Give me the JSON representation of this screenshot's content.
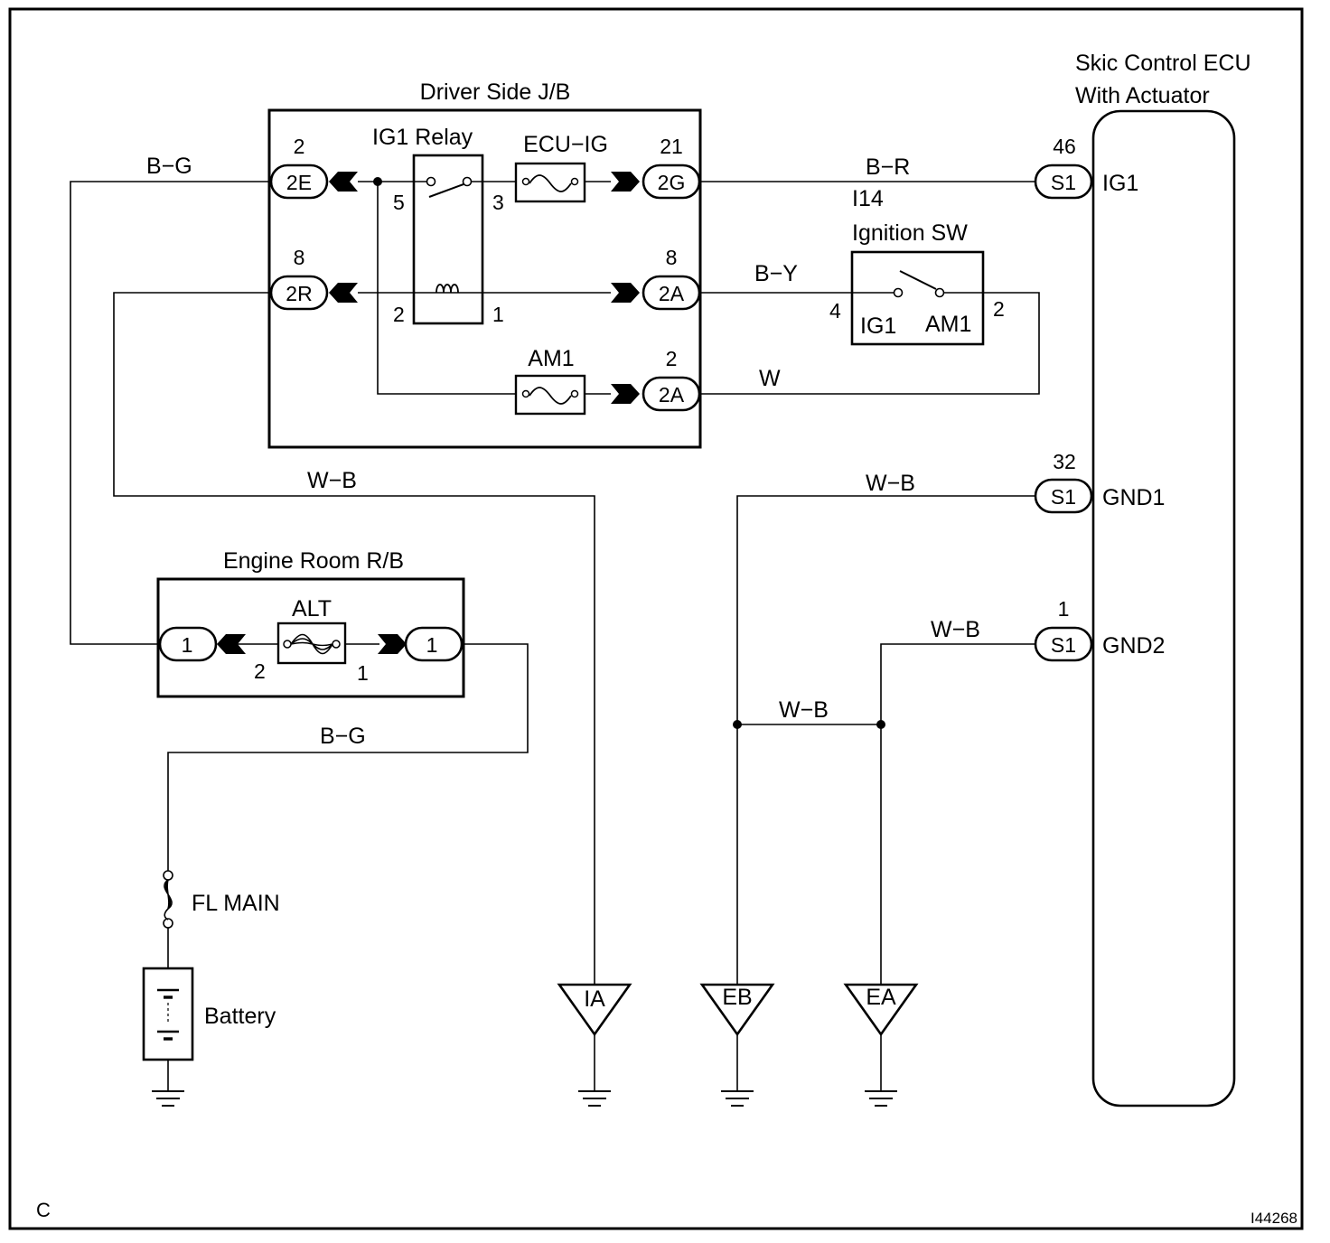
{
  "frame": {
    "letter": "C",
    "figure_id": "I44268"
  },
  "driver_jb": {
    "title": "Driver Side J/B",
    "relay_label": "IG1 Relay",
    "relay_pins": {
      "p5": "5",
      "p3": "3",
      "p2": "2",
      "p1": "1"
    },
    "fuse_ecu_ig": "ECU−IG",
    "fuse_am1": "AM1",
    "connectors": {
      "c2e": {
        "name": "2E",
        "pin": "2"
      },
      "c2r": {
        "name": "2R",
        "pin": "8"
      },
      "c2g": {
        "name": "2G",
        "pin": "21"
      },
      "c2a_top": {
        "name": "2A",
        "pin": "8"
      },
      "c2a_bot": {
        "name": "2A",
        "pin": "2"
      }
    }
  },
  "ignition_sw": {
    "code": "I14",
    "title": "Ignition SW",
    "pin_left": "4",
    "pin_right": "2",
    "term_ig1": "IG1",
    "term_am1": "AM1"
  },
  "ecu": {
    "title_line1": "Skic Control ECU",
    "title_line2": "With Actuator",
    "terminals": [
      {
        "pin": "46",
        "conn": "S1",
        "name": "IG1"
      },
      {
        "pin": "32",
        "conn": "S1",
        "name": "GND1"
      },
      {
        "pin": "1",
        "conn": "S1",
        "name": "GND2"
      }
    ]
  },
  "engine_rb": {
    "title": "Engine Room R/B",
    "fuse": "ALT",
    "left_conn": "1",
    "right_conn": "1",
    "pin_left": "2",
    "pin_right": "1"
  },
  "wires": {
    "bg_top": "B−G",
    "br": "B−R",
    "by": "B−Y",
    "w": "W",
    "wb_left": "W−B",
    "wb_gnd1": "W−B",
    "wb_gnd2": "W−B",
    "wb_mid": "W−B",
    "bg_bottom": "B−G"
  },
  "fl_main": "FL MAIN",
  "battery": "Battery",
  "grounds": [
    "IA",
    "EB",
    "EA"
  ]
}
